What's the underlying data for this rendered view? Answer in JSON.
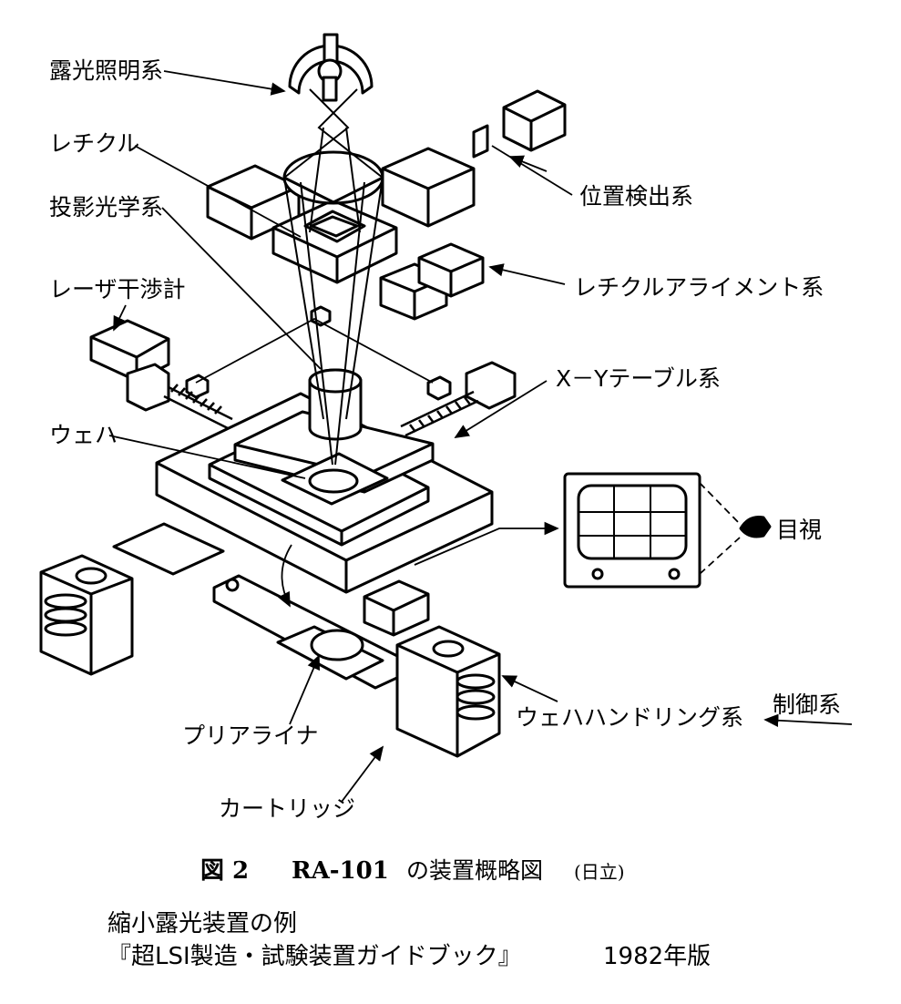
{
  "labels": {
    "exposure_illumination": "露光照明系",
    "reticle": "レチクル",
    "projection_optics": "投影光学系",
    "laser_interferometer": "レーザ干渉計",
    "position_detection": "位置検出系",
    "reticle_alignment": "レチクルアライメント系",
    "xy_table": "X－Yテーブル系",
    "wafer": "ウェハ",
    "visual": "目視",
    "prealigner": "プリアライナ",
    "wafer_handling": "ウェハハンドリング系",
    "control": "制御系",
    "cartridge": "カートリッジ"
  },
  "caption": {
    "fig": "図 2",
    "model": "RA-101",
    "rest": "の装置概略図",
    "maker": "(日立)"
  },
  "note": {
    "line1": "縮小露光装置の例",
    "line2": "『超LSI製造・試験装置ガイドブック』",
    "year": "1982年版"
  }
}
